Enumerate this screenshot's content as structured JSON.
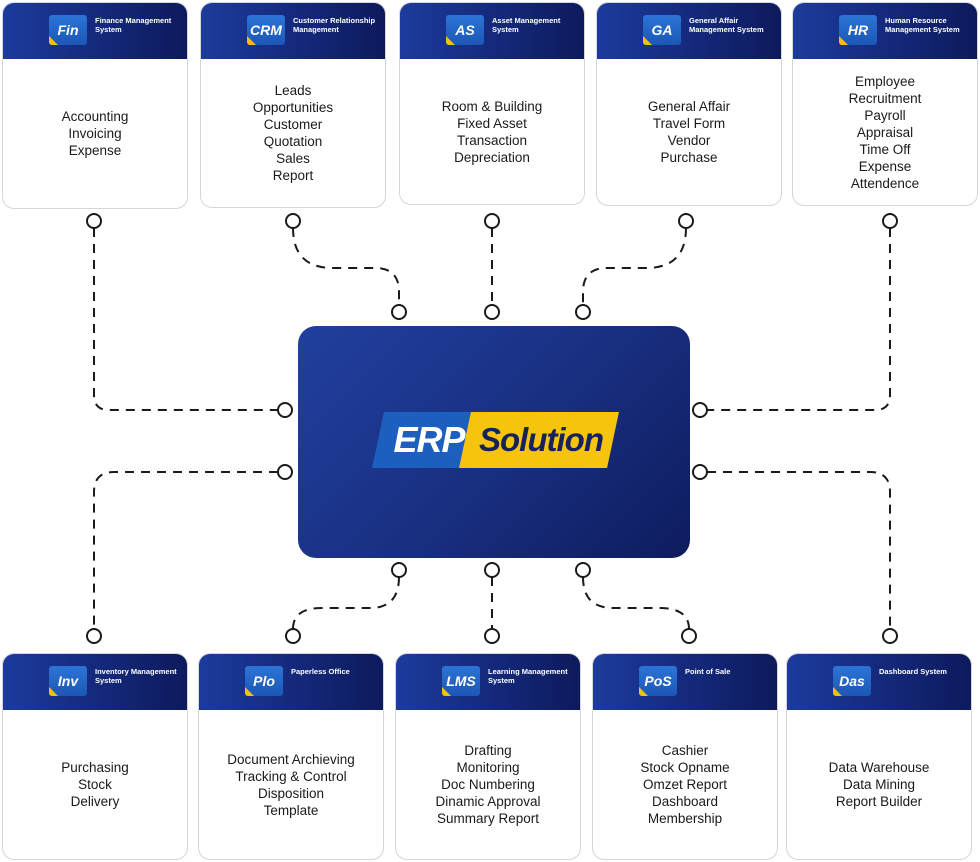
{
  "center": {
    "logo_part1": "ERP",
    "logo_part2": "Solution"
  },
  "top_modules": [
    {
      "badge": "Fin",
      "name": "Finance Management System",
      "items": [
        "Accounting",
        "Invoicing",
        "Expense"
      ]
    },
    {
      "badge": "CRM",
      "name": "Customer Relationship Management",
      "items": [
        "Leads",
        "Opportunities",
        "Customer",
        "Quotation",
        "Sales",
        "Report"
      ]
    },
    {
      "badge": "AS",
      "name": "Asset Management System",
      "items": [
        "Room & Building",
        "Fixed Asset",
        "Transaction",
        "Depreciation"
      ]
    },
    {
      "badge": "GA",
      "name": "General Affair Management System",
      "items": [
        "General Affair",
        "Travel Form",
        "Vendor",
        "Purchase"
      ]
    },
    {
      "badge": "HR",
      "name": "Human Resource Management System",
      "items": [
        "Employee",
        "Recruitment",
        "Payroll",
        "Appraisal",
        "Time Off",
        "Expense",
        "Attendence"
      ]
    }
  ],
  "bottom_modules": [
    {
      "badge": "Inv",
      "name": "Inventory Management System",
      "items": [
        "Purchasing",
        "Stock",
        "Delivery"
      ]
    },
    {
      "badge": "Plo",
      "name": "Paperless Office",
      "items": [
        "Document Archieving",
        "Tracking & Control",
        "Disposition",
        "Template"
      ]
    },
    {
      "badge": "LMS",
      "name": "Learning Management System",
      "items": [
        "Drafting",
        "Monitoring",
        "Doc Numbering",
        "Dinamic Approval",
        "Summary Report"
      ]
    },
    {
      "badge": "PoS",
      "name": "Point of Sale",
      "items": [
        "Cashier",
        "Stock Opname",
        "Omzet Report",
        "Dashboard",
        "Membership"
      ]
    },
    {
      "badge": "Das",
      "name": "Dashboard System",
      "items": [
        "Data Warehouse",
        "Data Mining",
        "Report Builder"
      ]
    }
  ],
  "colors": {
    "header_dark": "#0d1a5c",
    "header_light": "#1c3b9c",
    "badge_blue": "#1d5fbf",
    "accent_yellow": "#f7c40d",
    "connector": "#1a1a1a"
  }
}
